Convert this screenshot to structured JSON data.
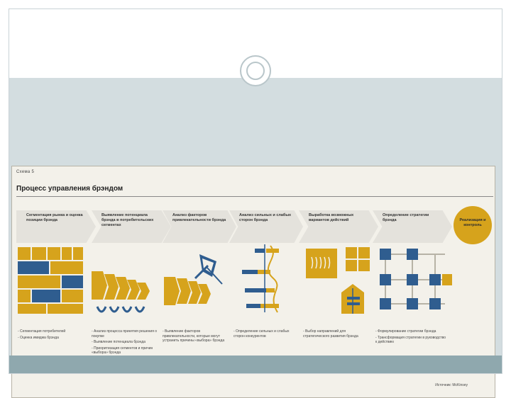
{
  "colors": {
    "gold": "#d6a31c",
    "blue": "#2f5d8f",
    "step_gray": "#e4e2dc",
    "band": "#d3dde0"
  },
  "slide": {
    "scheme_label": "Схема 5",
    "title": "Процесс управления брэндом",
    "steps": [
      "Сегментация рынка и оценка позиции брэнда",
      "Выявление потенциала брэнда в потребительских сегментах",
      "Анализ факторов привлекательности брэнда",
      "Анализ сильных и слабых сторон брэнда",
      "Выработка возможных вариантов действий",
      "Определение стратегии брэнда"
    ],
    "final_step": "Реализация и контроль",
    "bullet_columns": [
      [
        "- Сегментация потребителей",
        "- Оценка имиджа брэнда"
      ],
      [
        "- Анализ процесса принятия решения о покупке",
        "- Выявление потенциала брэнда",
        "- Приоритизация сегментов и причин «выбора» брэнда"
      ],
      [
        "- Выявление факторов привлекательности, которые могут устранить причины «выбора» брэнда"
      ],
      [
        "- Определение сильных и слабых сторон конкурентов"
      ],
      [
        "- Выбор направлений для стратегического развития брэнда"
      ],
      [
        "- Формулирование стратегии брэнда",
        "- Трансформация стратегии в руководство к действию"
      ]
    ],
    "source": "Источник: McKinsey"
  }
}
